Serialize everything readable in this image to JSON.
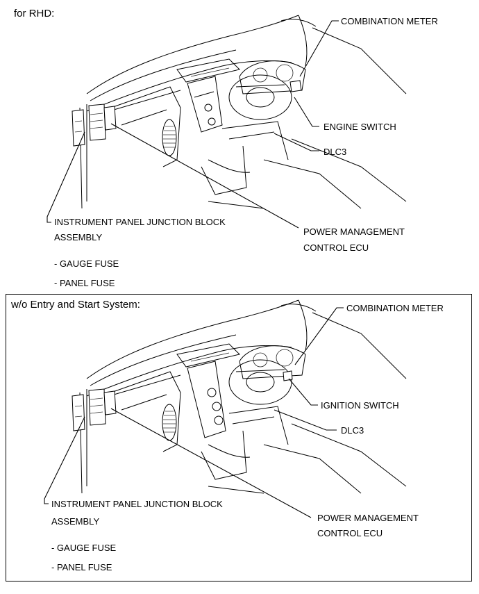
{
  "rhd": {
    "title": "for RHD:",
    "labels": {
      "combination_meter": "COMBINATION METER",
      "engine_switch": "ENGINE SWITCH",
      "dlc3": "DLC3",
      "junction_block_1": "INSTRUMENT PANEL JUNCTION BLOCK",
      "junction_block_2": "ASSEMBLY",
      "gauge_fuse": "- GAUGE FUSE",
      "panel_fuse": "- PANEL FUSE",
      "power_mgmt_1": "POWER MANAGEMENT",
      "power_mgmt_2": "CONTROL ECU"
    }
  },
  "no_entry": {
    "title": "w/o Entry and Start System:",
    "labels": {
      "combination_meter": "COMBINATION METER",
      "ignition_switch": "IGNITION SWITCH",
      "dlc3": "DLC3",
      "junction_block_1": "INSTRUMENT PANEL JUNCTION BLOCK",
      "junction_block_2": "ASSEMBLY",
      "gauge_fuse": "- GAUGE FUSE",
      "panel_fuse": "- PANEL FUSE",
      "power_mgmt_1": "POWER MANAGEMENT",
      "power_mgmt_2": "CONTROL ECU"
    }
  }
}
